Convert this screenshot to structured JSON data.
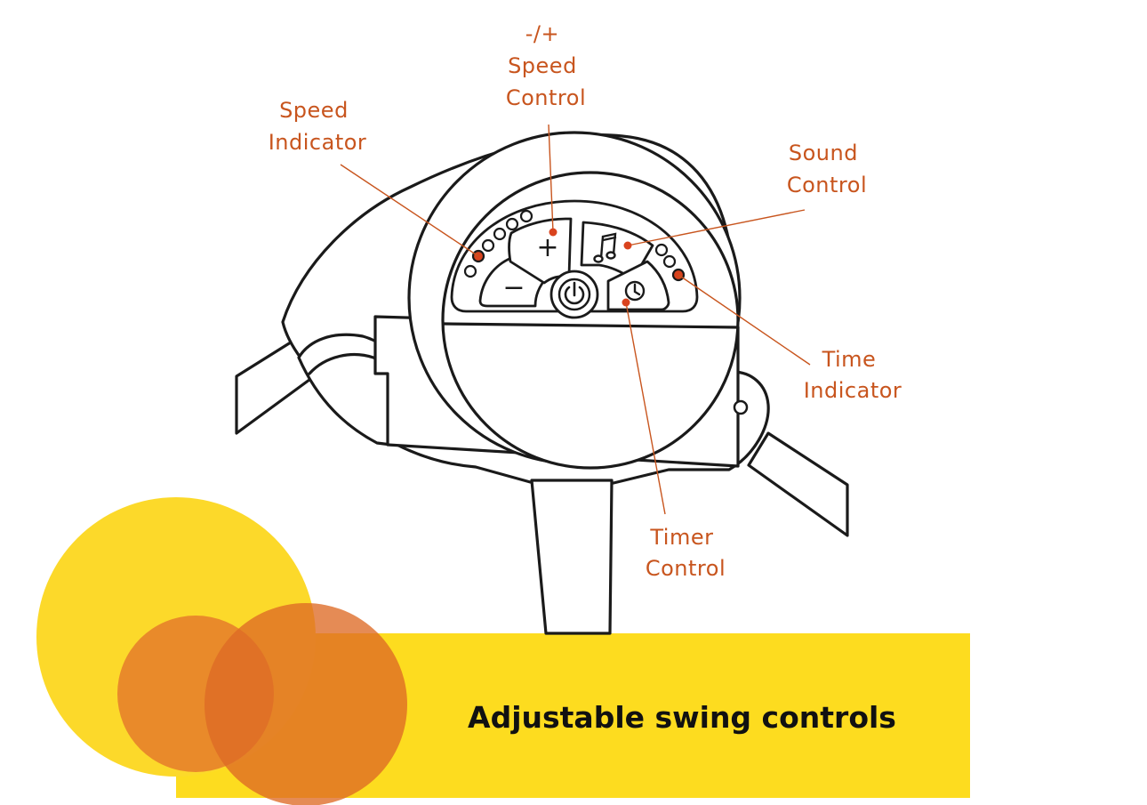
{
  "colors": {
    "callout": "#c8551e",
    "outline": "#1a1a1a",
    "banner_yellow": "#fddc1f",
    "circle_yellow": "#fcd92a",
    "circle_orange": "#e07b3a",
    "circle_dark_orange": "#de6a25",
    "indicator_red": "#d9431e"
  },
  "labels": {
    "speed_control": [
      "-/+",
      "Speed",
      "Control"
    ],
    "speed_indicator": [
      "Speed",
      "Indicator"
    ],
    "sound_control": [
      "Sound",
      "Control"
    ],
    "time_indicator": [
      "Time",
      "Indicator"
    ],
    "timer_control": [
      "Timer",
      "Control"
    ]
  },
  "buttons": {
    "plus": "+",
    "minus": "−",
    "sound_icon": "music-note-icon",
    "timer_icon": "clock-icon",
    "power_icon": "power-icon"
  },
  "banner": {
    "caption": "Adjustable swing controls"
  }
}
